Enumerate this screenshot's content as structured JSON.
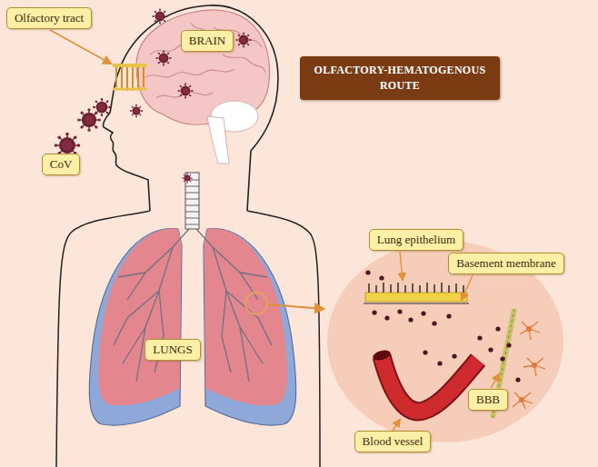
{
  "diagram": {
    "title": "OLFACTORY-HEMATOGENOUS ROUTE",
    "nodes": [
      {
        "text": [
          "Olfactory tract"
        ]
      },
      {
        "text": [
          "BRAIN"
        ]
      },
      {
        "text": [
          "CoV"
        ]
      },
      {
        "text": [
          "Lung epithelium"
        ]
      },
      {
        "text": [
          "Basement membrane"
        ]
      },
      {
        "text": [
          "LUNGS"
        ]
      },
      {
        "text": [
          "BBB"
        ]
      },
      {
        "text": [
          "Blood vessel"
        ]
      }
    ]
  }
}
